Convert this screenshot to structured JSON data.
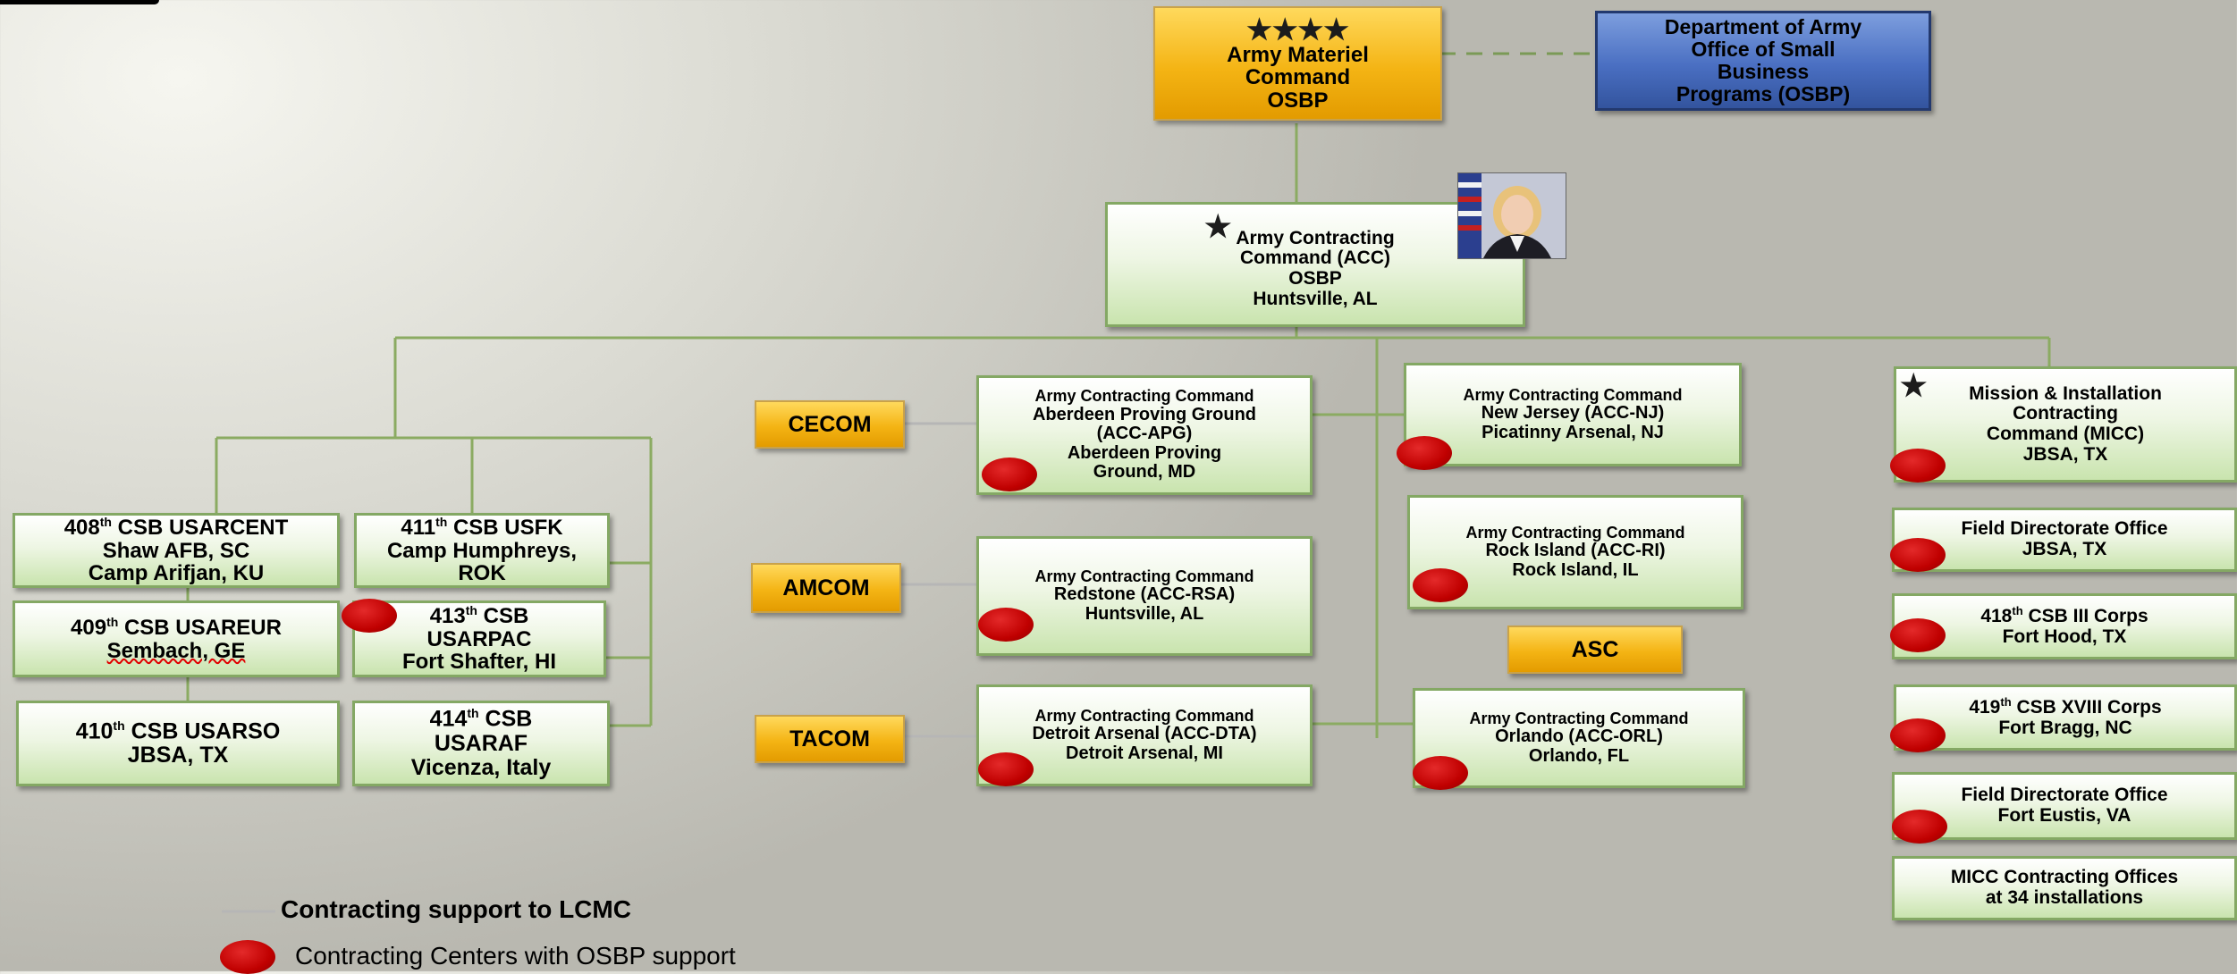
{
  "amc": {
    "stars": "★★★★",
    "lines": [
      "Army Materiel",
      "Command",
      "OSBP"
    ]
  },
  "da_osbp": {
    "lines": [
      "Department of Army",
      "Office of Small",
      "Business",
      "Programs (OSBP)"
    ]
  },
  "acc": {
    "star": "★",
    "lines": [
      "Army Contracting",
      "Command (ACC)",
      "OSBP",
      "Huntsville, AL"
    ]
  },
  "csb": {
    "c408": {
      "num": "408",
      "sup": "th",
      "rest": " CSB USARCENT",
      "l2": "Shaw AFB, SC",
      "l3": "Camp Arifjan, KU"
    },
    "c409": {
      "num": "409",
      "sup": "th",
      "rest": " CSB USAREUR",
      "l2": "Sembach, GE"
    },
    "c410": {
      "num": "410",
      "sup": "th",
      "rest": " CSB USARSO",
      "l2": "JBSA, TX"
    },
    "c411": {
      "num": "411",
      "sup": "th",
      "rest": " CSB USFK",
      "l2": "Camp Humphreys,",
      "l3": "ROK"
    },
    "c413": {
      "num": "413",
      "sup": "th",
      "rest": " CSB",
      "l2": "USARPAC",
      "l3": "Fort Shafter, HI"
    },
    "c414": {
      "num": "414",
      "sup": "th",
      "rest": " CSB",
      "l2": "USARAF",
      "l3": "Vicenza, Italy"
    }
  },
  "lcmc": {
    "cecom": "CECOM",
    "amcom": "AMCOM",
    "tacom": "TACOM",
    "asc": "ASC"
  },
  "centers": {
    "apg": [
      "Army Contracting Command",
      "Aberdeen Proving Ground",
      "(ACC-APG)",
      "Aberdeen Proving",
      "Ground, MD"
    ],
    "rsa": [
      "Army Contracting Command",
      "Redstone (ACC-RSA)",
      "Huntsville, AL"
    ],
    "dta": [
      "Army Contracting Command",
      "Detroit Arsenal (ACC-DTA)",
      "Detroit Arsenal, MI"
    ],
    "nj": [
      "Army Contracting Command",
      "New Jersey (ACC-NJ)",
      "Picatinny Arsenal, NJ"
    ],
    "ri": [
      "Army Contracting Command",
      "Rock Island (ACC-RI)",
      "Rock Island, IL"
    ],
    "orl": [
      "Army Contracting Command",
      "Orlando (ACC-ORL)",
      "Orlando, FL"
    ]
  },
  "micc": {
    "star": "★",
    "main": [
      "Mission & Installation",
      "Contracting",
      "Command (MICC)",
      "JBSA, TX"
    ],
    "fdo1": [
      "Field Directorate Office",
      "JBSA, TX"
    ],
    "c418": {
      "num": "418",
      "sup": "th",
      "rest": " CSB  III Corps",
      "l2": "Fort Hood, TX"
    },
    "c419": {
      "num": "419",
      "sup": "th",
      "rest": " CSB  XVIII Corps",
      "l2": "Fort Bragg, NC"
    },
    "fdo2": [
      "Field Directorate Office",
      "Fort Eustis, VA"
    ],
    "offices": [
      "MICC Contracting Offices",
      "at 34 installations"
    ]
  },
  "legend": {
    "line_label": "Contracting support to LCMC",
    "dot_label": "Contracting Centers with OSBP support"
  },
  "colors": {
    "connector": "#8bab62",
    "dashed_connector": "#7a9a56",
    "lcmc_link": "#b6b6b6",
    "osbp_dot": "#c00000",
    "gold": "#f4b414",
    "blue": "#4a6fc2"
  }
}
